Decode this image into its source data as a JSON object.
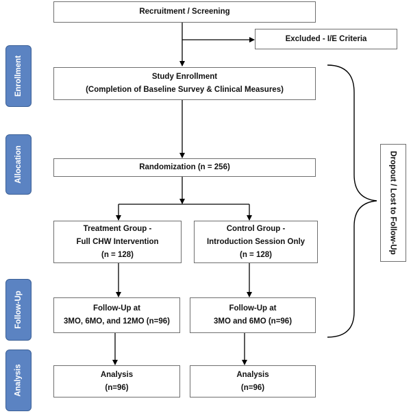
{
  "phases": {
    "enrollment": "Enrollment",
    "allocation": "Allocation",
    "followup": "Follow-Up",
    "analysis": "Analysis"
  },
  "boxes": {
    "recruitment": "Recruitment / Screening",
    "excluded": "Excluded - I/E Criteria",
    "enrollment_line1": "Study Enrollment",
    "enrollment_line2": "(Completion of Baseline Survey & Clinical Measures)",
    "randomization": "Randomization (n = 256)",
    "treatment_line1": "Treatment Group -",
    "treatment_line2": "Full CHW Intervention",
    "treatment_line3": "(n = 128)",
    "control_line1": "Control Group -",
    "control_line2": "Introduction Session Only",
    "control_line3": "(n = 128)",
    "followup_treatment_line1": "Follow-Up at",
    "followup_treatment_line2": "3MO, 6MO, and 12MO (n=96)",
    "followup_control_line1": "Follow-Up at",
    "followup_control_line2": "3MO and 6MO (n=96)",
    "analysis_treatment_line1": "Analysis",
    "analysis_treatment_line2": "(n=96)",
    "analysis_control_line1": "Analysis",
    "analysis_control_line2": "(n=96)"
  },
  "dropout": "Dropout / Lost to Follow-Up",
  "colors": {
    "phase_fill": "#5b83c2",
    "phase_border": "#3a5f95",
    "box_border": "#6e6e6e",
    "line": "#000000"
  }
}
